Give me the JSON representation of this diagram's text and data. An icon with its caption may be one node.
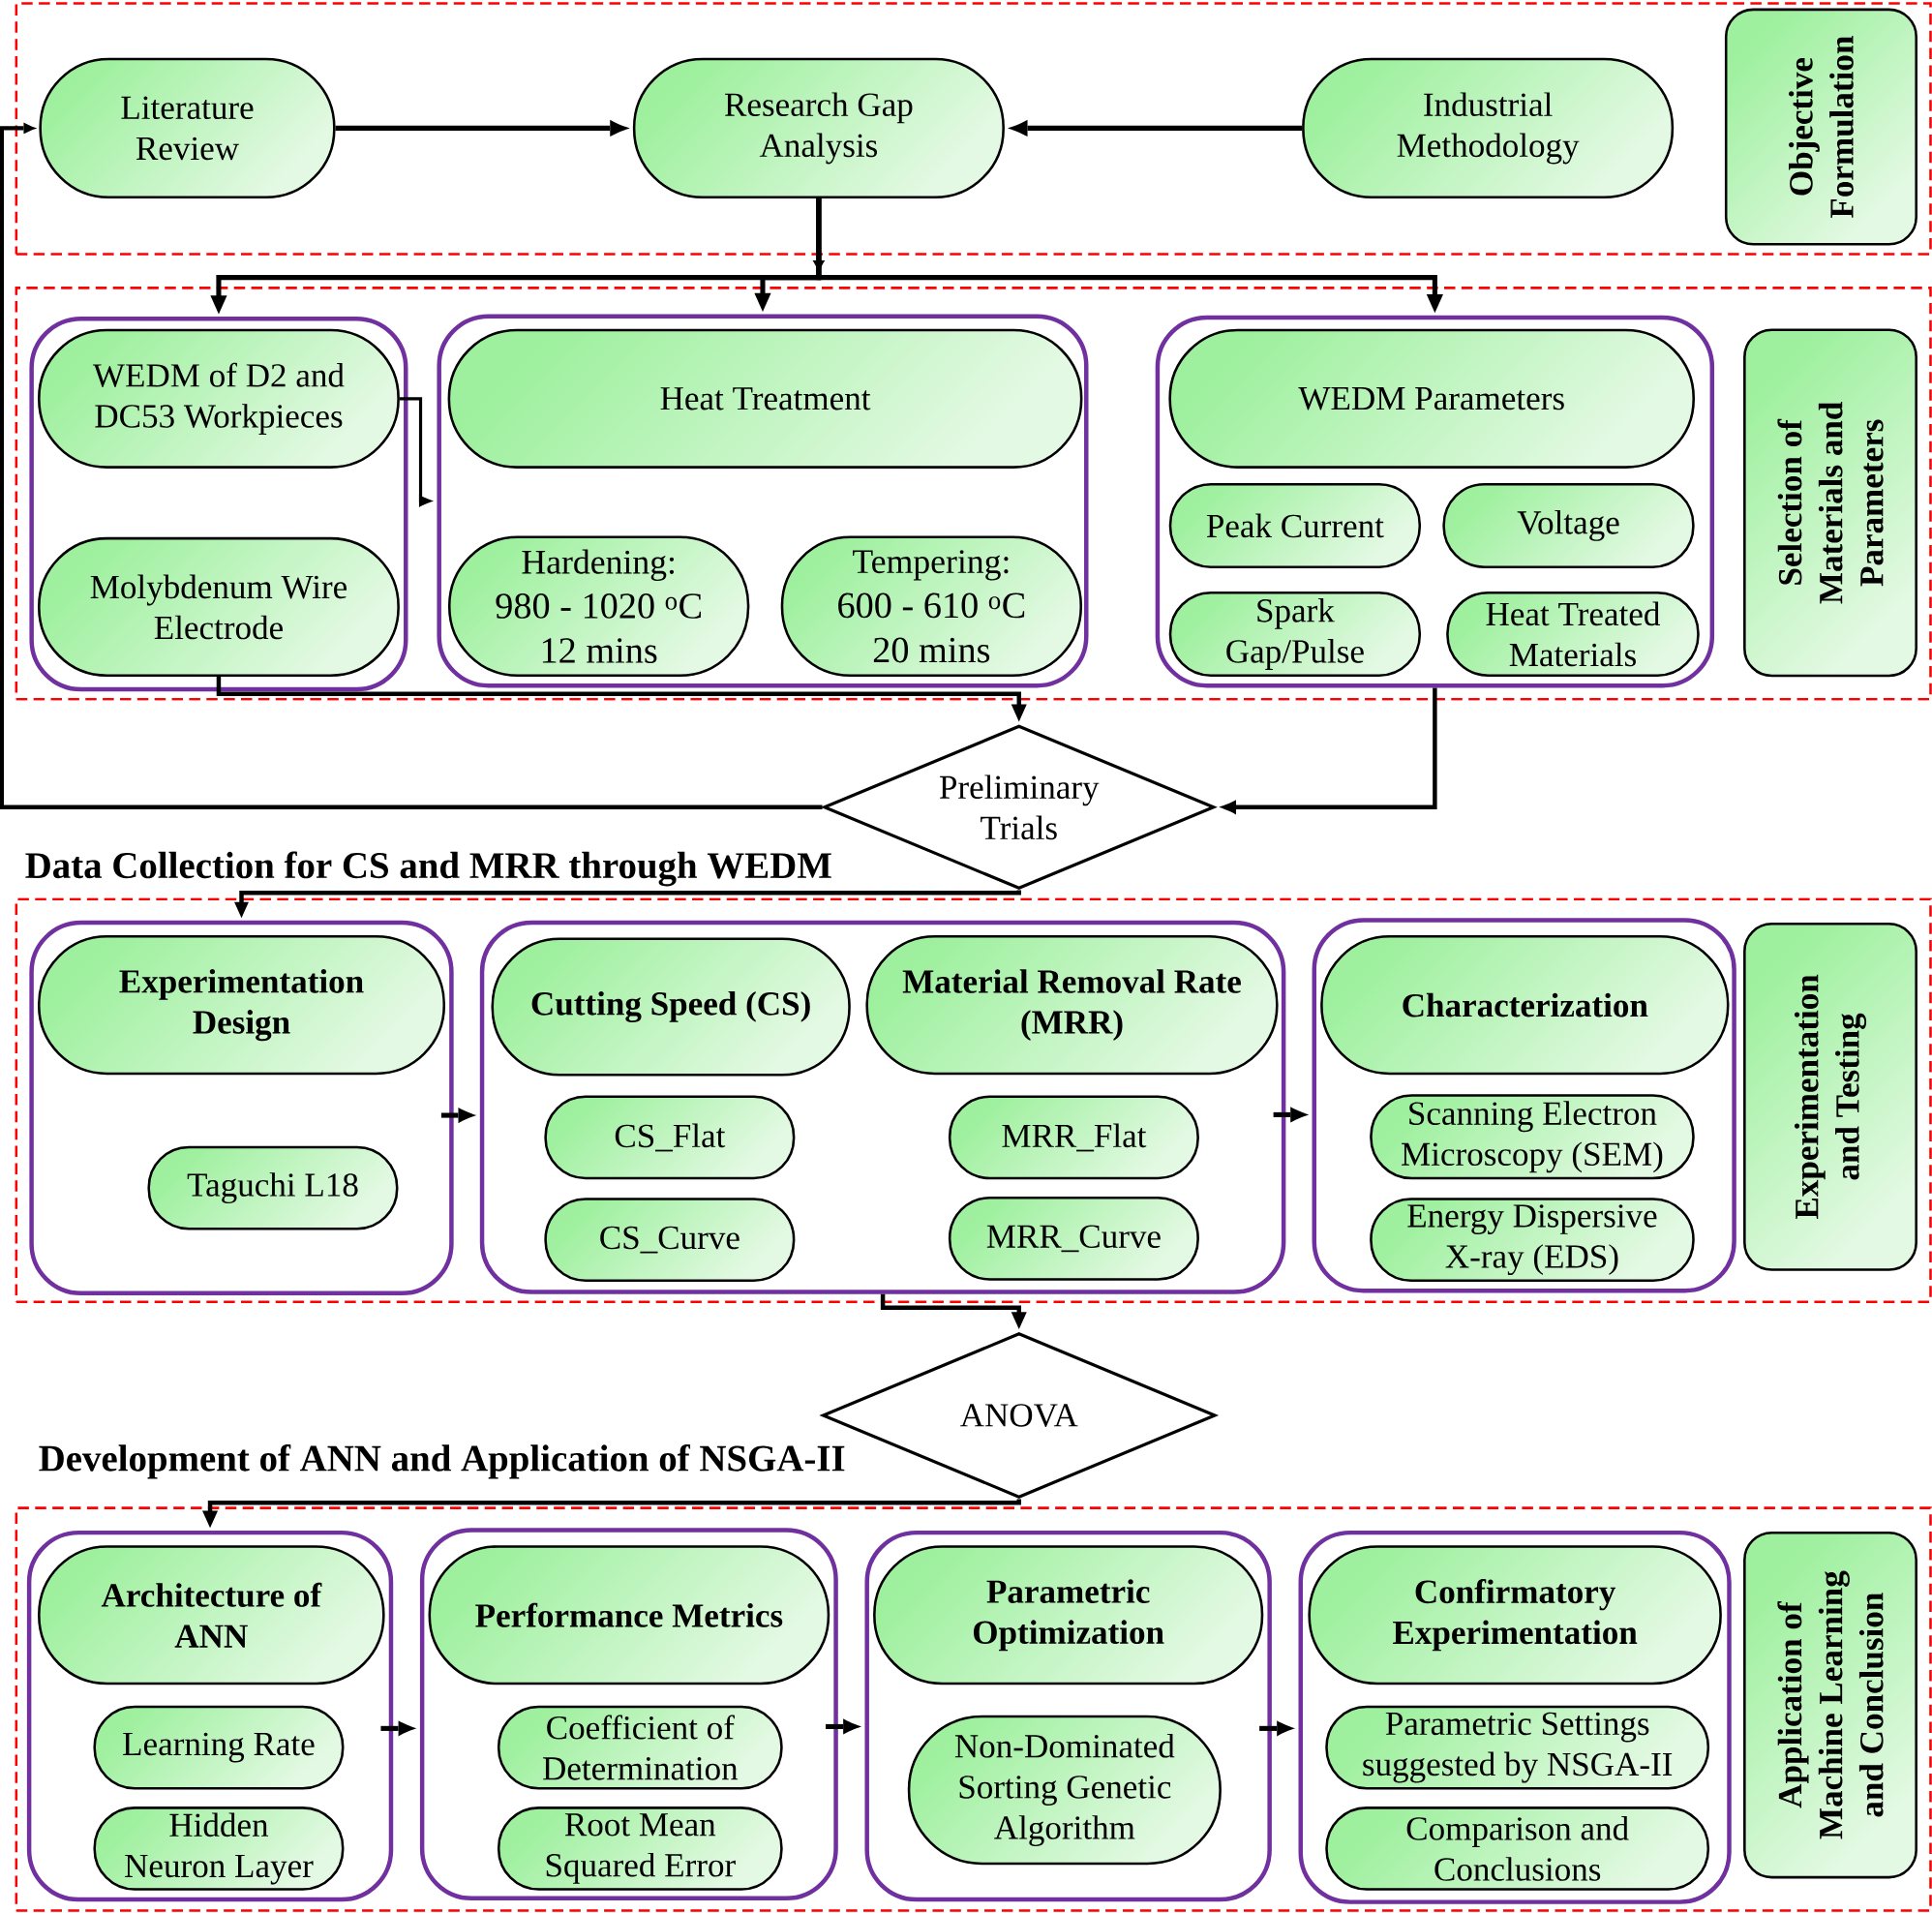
{
  "diagram": {
    "nodes": [
      {
        "text": [],
        "shape": "box"
      },
      {
        "text": [
          "Literature Review"
        ],
        "in": 0
      },
      {
        "text": [
          "Research Gap Analysis"
        ],
        "in": 0
      },
      {
        "text": [
          "Industrial Methodology"
        ],
        "in": 0
      },
      {
        "text": [
          "Objective Formulation"
        ],
        "in": 0
      },
      {
        "text": [],
        "shape": "box"
      },
      {
        "text": [],
        "shape": "box",
        "in": 5
      },
      {
        "text": [
          "WEDM of D2 and DC53 Workpieces"
        ],
        "in": 6
      },
      {
        "text": [
          "Molybdenum Wire Electrode"
        ],
        "in": 6
      },
      {
        "text": [],
        "shape": "box",
        "in": 5
      },
      {
        "text": [
          "Heat Treatment"
        ],
        "in": 9
      },
      {
        "text": [
          "Hardening:",
          "980 - 1020 $^{o}$C 12 mins"
        ],
        "in": 9
      },
      {
        "text": [
          "Tempering:",
          "600 - 610 $^{o}$C 20 mins"
        ],
        "in": 9
      },
      {
        "text": [],
        "shape": "box",
        "in": 5
      },
      {
        "text": [
          "WEDM Parameters"
        ],
        "in": 13
      },
      {
        "text": [
          "Peak Current"
        ],
        "in": 13
      },
      {
        "text": [
          "Voltage"
        ],
        "in": 13
      },
      {
        "text": [
          "Spark Gap/Pulse"
        ],
        "in": 13
      },
      {
        "text": [
          "Heat Treated Materials"
        ],
        "in": 13
      },
      {
        "text": [
          "Selection of Materials and Parameters"
        ],
        "in": 5
      },
      {
        "text": [
          "Preliminary Trials"
        ]
      },
      {
        "text": [
          "Data Collection for CS and MRR through WEDM"
        ]
      },
      {
        "text": [],
        "shape": "box",
        "in": 21
      },
      {
        "text": [
          "Experimentation Design"
        ],
        "in": 22
      },
      {
        "text": [
          "Taguchi L18"
        ],
        "in": 22
      },
      {
        "text": [],
        "shape": "box",
        "in": 21
      },
      {
        "text": [
          "Cutting Speed (CS)"
        ],
        "in": 25
      },
      {
        "text": [
          "Material Removal Rate (MRR)"
        ],
        "in": 25
      },
      {
        "text": [
          "CS_Flat"
        ],
        "in": 25
      },
      {
        "text": [
          "MRR_Flat"
        ],
        "in": 25
      },
      {
        "text": [
          "CS_Curve"
        ],
        "in": 25
      },
      {
        "text": [
          "MRR_Curve"
        ],
        "in": 25
      },
      {
        "text": [],
        "shape": "box",
        "in": 21
      },
      {
        "text": [
          "Characterization"
        ],
        "in": 32
      },
      {
        "text": [
          "Scanning Electron Microscopy (SEM)"
        ],
        "in": 32
      },
      {
        "text": [
          "Energy Dispersive X-ray (EDS)"
        ],
        "in": 32
      },
      {
        "text": [
          "Experimentation and Testing"
        ],
        "in": 21
      },
      {
        "text": [
          "ANOVA"
        ]
      },
      {
        "text": [
          "Development of ANN and Application of NSGA-II"
        ]
      },
      {
        "text": [],
        "shape": "box",
        "in": 38
      },
      {
        "text": [
          "Architecture of ANN"
        ],
        "in": 39
      },
      {
        "text": [
          "Learning Rate"
        ],
        "in": 39
      },
      {
        "text": [
          "Hidden Neuron Layer"
        ],
        "in": 39
      },
      {
        "text": [],
        "shape": "box",
        "in": 38
      },
      {
        "text": [
          "Performance Metrics"
        ],
        "in": 43
      },
      {
        "text": [
          "Coefficient of Determination"
        ],
        "in": 43
      },
      {
        "text": [
          "Root Mean Squared Error"
        ],
        "in": 43
      },
      {
        "text": [],
        "shape": "box",
        "in": 38
      },
      {
        "text": [
          "Parametric Optimization"
        ],
        "in": 47
      },
      {
        "text": [
          "Non-Dominated Sorting Genetic Algorithm"
        ],
        "in": 47
      },
      {
        "text": [],
        "shape": "box",
        "in": 38
      },
      {
        "text": [
          "Confirmatory Experimentation"
        ],
        "in": 50
      },
      {
        "text": [
          "Parametric Settings suggested by NSGA-II"
        ],
        "in": 50
      },
      {
        "text": [
          "Comparison and Conclusions"
        ],
        "in": 50
      },
      {
        "text": [
          "Application of Machine Learning and Conclusion"
        ],
        "in": 38
      }
    ],
    "edges": [
      {
        "from": 1,
        "to": 2,
        "arrow": "to"
      },
      {
        "from": 3,
        "to": 2,
        "arrow": "to"
      },
      {
        "from": 2,
        "to": 6,
        "arrow": "to"
      },
      {
        "from": 2,
        "to": 9,
        "arrow": "to"
      },
      {
        "from": 2,
        "to": 13,
        "arrow": "to"
      },
      {
        "from": 7,
        "to": 9,
        "arrow": "to"
      },
      {
        "from": 8,
        "to": 20,
        "arrow": "to"
      },
      {
        "from": 13,
        "to": 20,
        "arrow": "to"
      },
      {
        "from": 20,
        "to": 1,
        "arrow": "to"
      },
      {
        "from": 20,
        "to": 22,
        "arrow": "to"
      },
      {
        "from": 22,
        "to": 25,
        "arrow": "to"
      },
      {
        "from": 25,
        "to": 32,
        "arrow": "to"
      },
      {
        "from": 25,
        "to": 37,
        "arrow": "to"
      },
      {
        "from": 37,
        "to": 39,
        "arrow": "to"
      },
      {
        "from": 39,
        "to": 43,
        "arrow": "to"
      },
      {
        "from": 43,
        "to": 47,
        "arrow": "to"
      },
      {
        "from": 47,
        "to": 50,
        "arrow": "to"
      }
    ]
  }
}
